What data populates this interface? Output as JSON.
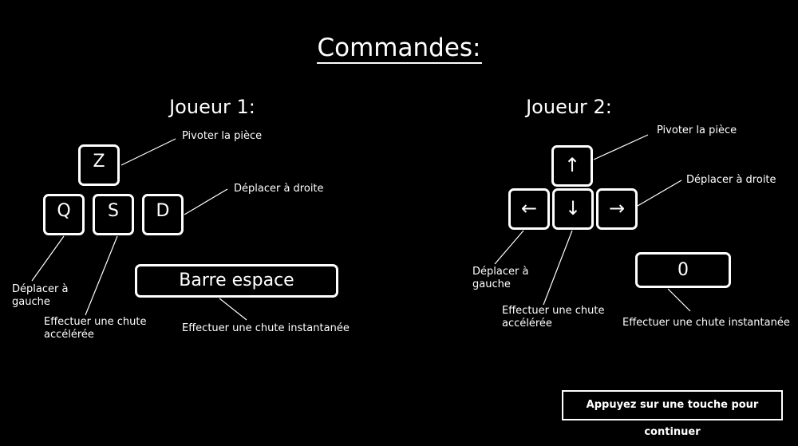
{
  "title": "Commandes:",
  "player1": {
    "heading": "Joueur 1:",
    "keys": {
      "rotate": "Z",
      "left": "Q",
      "down": "S",
      "right": "D",
      "drop": "Barre espace"
    },
    "labels": {
      "rotate": "Pivoter la pièce",
      "right": "Déplacer à droite",
      "left": "Déplacer à\ngauche",
      "down": "Effectuer une chute\naccélérée",
      "drop": "Effectuer une chute instantanée"
    }
  },
  "player2": {
    "heading": "Joueur 2:",
    "keys": {
      "rotate": "↑",
      "left": "←",
      "down": "↓",
      "right": "→",
      "drop": "0"
    },
    "labels": {
      "rotate": "Pivoter la pièce",
      "right": "Déplacer à droite",
      "left": "Déplacer à\ngauche",
      "down": "Effectuer une chute\naccélérée",
      "drop": "Effectuer une chute instantanée"
    }
  },
  "continue_label": "Appuyez sur une touche pour continuer",
  "colors": {
    "background": "#000000",
    "foreground": "#ffffff"
  }
}
